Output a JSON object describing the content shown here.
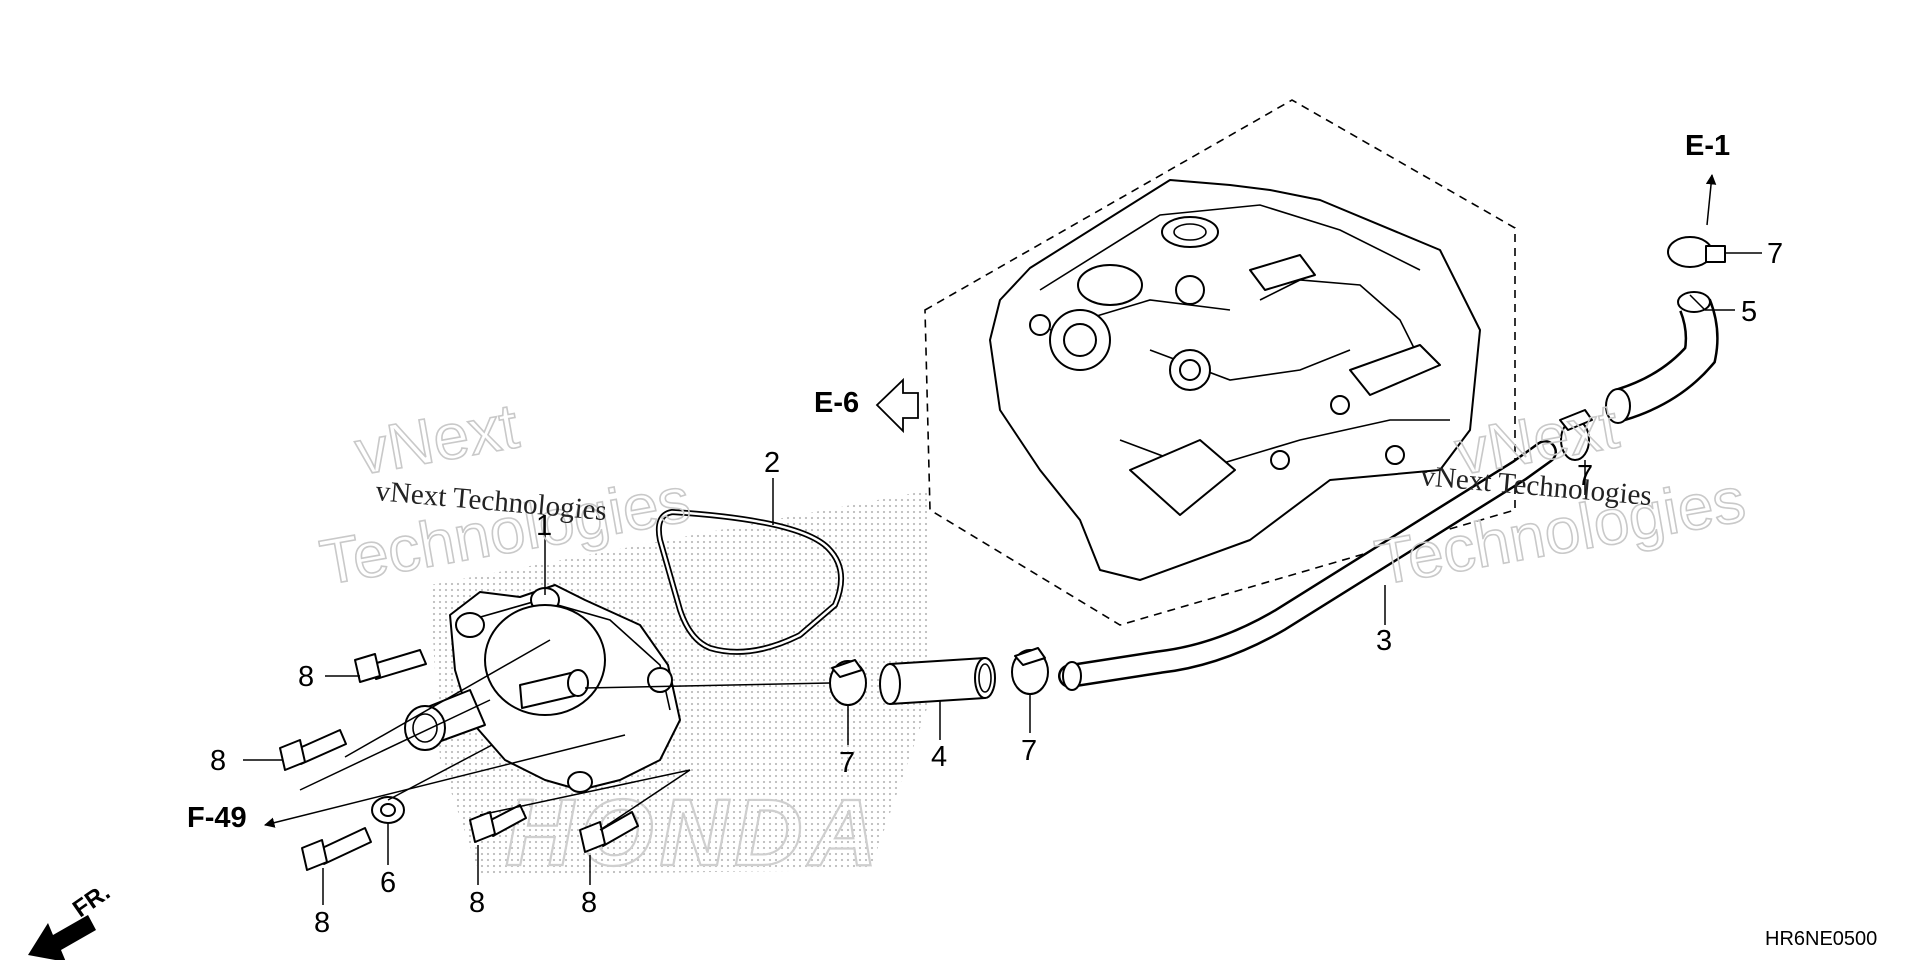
{
  "diagram_code": "HR6NE0500",
  "watermark": {
    "line1": "vNext",
    "line2": "Technologies",
    "caption": "vNext Technologies"
  },
  "brand_watermark": "HONDA",
  "refs": {
    "e1": "E-1",
    "e6": "E-6",
    "f49": "F-49",
    "fr": "FR."
  },
  "callouts": [
    "1",
    "2",
    "3",
    "4",
    "5",
    "6",
    "7",
    "8"
  ]
}
